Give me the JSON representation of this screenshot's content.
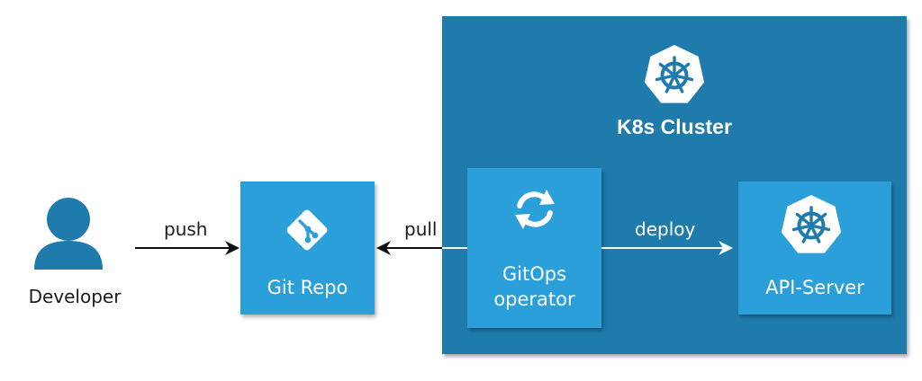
{
  "nodes": {
    "developer": {
      "label": "Developer"
    },
    "git_repo": {
      "label": "Git Repo"
    },
    "cluster": {
      "label": "K8s Cluster"
    },
    "gitops_operator": {
      "label_line1": "GitOps",
      "label_line2": "operator"
    },
    "api_server": {
      "label": "API-Server"
    }
  },
  "edges": {
    "push": {
      "label": "push"
    },
    "pull": {
      "label": "pull"
    },
    "deploy": {
      "label": "deploy"
    }
  },
  "colors": {
    "cluster_bg": "#1f7bac",
    "box_bg": "#2b9fd9",
    "developer_icon": "#1f7bac",
    "arrow_dark": "#111111",
    "arrow_light": "#ffffff"
  },
  "icons": {
    "developer": "user-icon",
    "git_repo": "git-icon",
    "cluster": "kubernetes-icon",
    "gitops_operator": "sync-icon",
    "api_server": "kubernetes-icon"
  }
}
